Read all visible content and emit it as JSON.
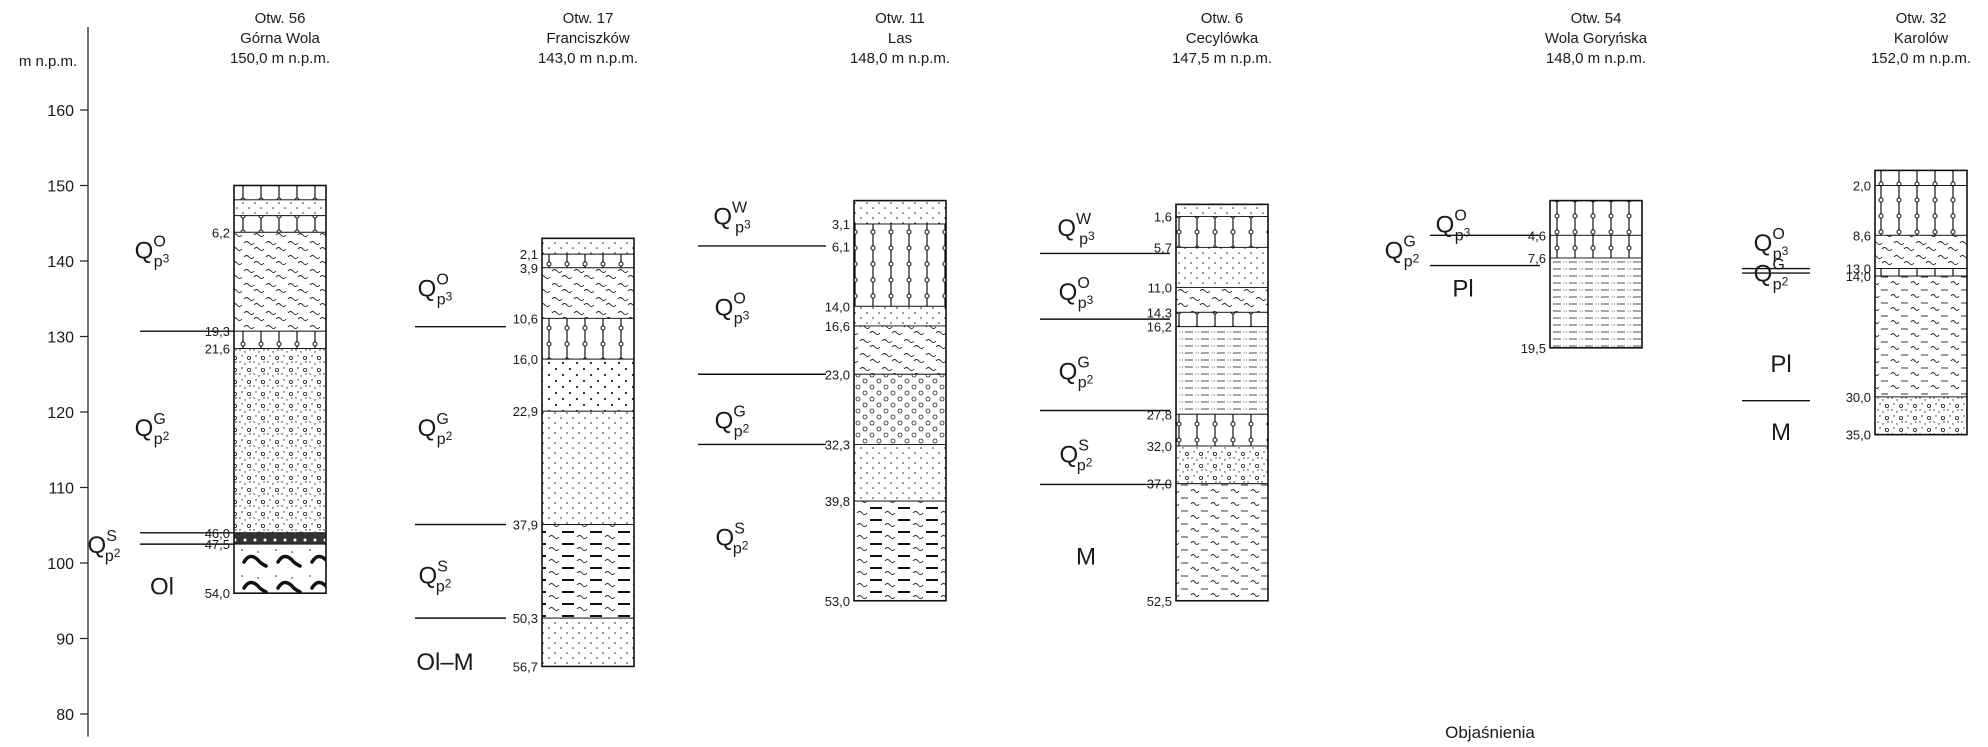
{
  "axis": {
    "label": "m n.p.m.",
    "min": 77,
    "max": 171,
    "ticks": [
      160,
      150,
      140,
      130,
      120,
      110,
      100,
      90,
      80
    ]
  },
  "footer": {
    "legend_title": "Objaśnienia"
  },
  "boreholes": [
    {
      "id": "Otw. 56",
      "place": "Górna Wola",
      "elevation_text": "150,0 m n.p.m.",
      "surface": 150.0,
      "depths": [
        "6,2",
        "19,3",
        "21,6",
        "46,0",
        "47,5",
        "54,0"
      ],
      "layers": [
        {
          "top": 0,
          "bottom": 1.9,
          "pattern": "loess"
        },
        {
          "top": 1.9,
          "bottom": 4.0,
          "pattern": "sand-fine"
        },
        {
          "top": 4.0,
          "bottom": 6.2,
          "pattern": "loess"
        },
        {
          "top": 6.2,
          "bottom": 19.3,
          "pattern": "silt-wave"
        },
        {
          "top": 19.3,
          "bottom": 21.6,
          "pattern": "loess"
        },
        {
          "top": 21.6,
          "bottom": 46.0,
          "pattern": "sand-gravel"
        },
        {
          "top": 46.0,
          "bottom": 47.5,
          "pattern": "till"
        },
        {
          "top": 47.5,
          "bottom": 54.0,
          "pattern": "sand-coal"
        }
      ],
      "units": [
        {
          "kind": "Q",
          "sub": "p",
          "subdigit": "3",
          "sup": "O",
          "at": 141.5,
          "side": "left"
        },
        {
          "kind": "Q",
          "sub": "p",
          "subdigit": "2",
          "sup": "G",
          "at": 118.0,
          "side": "left"
        },
        {
          "kind": "Q",
          "sub": "p",
          "subdigit": "2",
          "sup": "S",
          "at": 102.5,
          "side": "far-left"
        },
        {
          "kind": "text",
          "text": "Ol",
          "at": 97.0,
          "side": "left"
        }
      ],
      "boundaries": [
        {
          "at": 130.7,
          "side": "left"
        },
        {
          "at": 104.0,
          "side": "left"
        },
        {
          "at": 102.5,
          "side": "left"
        }
      ]
    },
    {
      "id": "Otw. 17",
      "place": "Franciszków",
      "elevation_text": "143,0 m n.p.m.",
      "surface": 143.0,
      "depths": [
        "2,1",
        "3,9",
        "10,6",
        "16,0",
        "22,9",
        "37,9",
        "50,3",
        "56,7"
      ],
      "layers": [
        {
          "top": 0,
          "bottom": 2.1,
          "pattern": "sand-fine"
        },
        {
          "top": 2.1,
          "bottom": 3.9,
          "pattern": "loess"
        },
        {
          "top": 3.9,
          "bottom": 10.6,
          "pattern": "silt-wave"
        },
        {
          "top": 10.6,
          "bottom": 16.0,
          "pattern": "loess"
        },
        {
          "top": 16.0,
          "bottom": 22.9,
          "pattern": "sand-medium"
        },
        {
          "top": 22.9,
          "bottom": 37.9,
          "pattern": "sand-fine"
        },
        {
          "top": 37.9,
          "bottom": 50.3,
          "pattern": "clay-dash"
        },
        {
          "top": 50.3,
          "bottom": 56.7,
          "pattern": "sand-fine"
        }
      ],
      "units": [
        {
          "kind": "Q",
          "sub": "p",
          "subdigit": "3",
          "sup": "O",
          "at": 136.5,
          "side": "left"
        },
        {
          "kind": "Q",
          "sub": "p",
          "subdigit": "2",
          "sup": "G",
          "at": 118.0,
          "side": "left"
        },
        {
          "kind": "Q",
          "sub": "p",
          "subdigit": "2",
          "sup": "S",
          "at": 98.5,
          "side": "left"
        },
        {
          "kind": "text",
          "text": "Ol–M",
          "at": 87.0,
          "side": "left"
        }
      ],
      "boundaries": [
        {
          "at": 131.3,
          "side": "left"
        },
        {
          "at": 105.1,
          "side": "left"
        },
        {
          "at": 92.7,
          "side": "left"
        }
      ]
    },
    {
      "id": "Otw. 11",
      "place": "Las",
      "elevation_text": "148,0 m n.p.m.",
      "surface": 148.0,
      "depths": [
        "3,1",
        "6,1",
        "14,0",
        "16,6",
        "23,0",
        "32,3",
        "39,8",
        "53,0"
      ],
      "layers": [
        {
          "top": 0,
          "bottom": 3.1,
          "pattern": "sand-fine"
        },
        {
          "top": 3.1,
          "bottom": 14.0,
          "pattern": "loess"
        },
        {
          "top": 14.0,
          "bottom": 16.6,
          "pattern": "sand-fine"
        },
        {
          "top": 16.6,
          "bottom": 23.0,
          "pattern": "silt-wave"
        },
        {
          "top": 23.0,
          "bottom": 32.3,
          "pattern": "gravel"
        },
        {
          "top": 32.3,
          "bottom": 39.8,
          "pattern": "sand-fine"
        },
        {
          "top": 39.8,
          "bottom": 53.0,
          "pattern": "clay-dash"
        }
      ],
      "units": [
        {
          "kind": "Q",
          "sub": "p",
          "subdigit": "3",
          "sup": "W",
          "at": 146.0,
          "side": "left"
        },
        {
          "kind": "Q",
          "sub": "p",
          "subdigit": "3",
          "sup": "O",
          "at": 134.0,
          "side": "left"
        },
        {
          "kind": "Q",
          "sub": "p",
          "subdigit": "2",
          "sup": "G",
          "at": 119.0,
          "side": "left"
        },
        {
          "kind": "Q",
          "sub": "p",
          "subdigit": "2",
          "sup": "S",
          "at": 103.5,
          "side": "left"
        }
      ],
      "boundaries": [
        {
          "at": 142.0,
          "side": "left"
        },
        {
          "at": 125.0,
          "side": "left"
        },
        {
          "at": 115.7,
          "side": "left"
        }
      ]
    },
    {
      "id": "Otw. 6",
      "place": "Cecylówka",
      "elevation_text": "147,5 m n.p.m.",
      "surface": 147.5,
      "depths": [
        "1,6",
        "5,7",
        "11,0",
        "14,3",
        "16,2",
        "27,8",
        "32,0",
        "37,0",
        "52,5"
      ],
      "layers": [
        {
          "top": 0,
          "bottom": 1.6,
          "pattern": "sand-fine"
        },
        {
          "top": 1.6,
          "bottom": 5.7,
          "pattern": "loess"
        },
        {
          "top": 5.7,
          "bottom": 11.0,
          "pattern": "sand-fine"
        },
        {
          "top": 11.0,
          "bottom": 14.3,
          "pattern": "silt-wave"
        },
        {
          "top": 14.3,
          "bottom": 16.2,
          "pattern": "loess"
        },
        {
          "top": 16.2,
          "bottom": 27.8,
          "pattern": "clay-dot"
        },
        {
          "top": 27.8,
          "bottom": 32.0,
          "pattern": "loess"
        },
        {
          "top": 32.0,
          "bottom": 37.0,
          "pattern": "sand-gravel"
        },
        {
          "top": 37.0,
          "bottom": 52.5,
          "pattern": "clay-wave"
        }
      ],
      "units": [
        {
          "kind": "Q",
          "sub": "p",
          "subdigit": "3",
          "sup": "W",
          "at": 144.5,
          "side": "left"
        },
        {
          "kind": "Q",
          "sub": "p",
          "subdigit": "3",
          "sup": "O",
          "at": 136.0,
          "side": "left"
        },
        {
          "kind": "Q",
          "sub": "p",
          "subdigit": "2",
          "sup": "G",
          "at": 125.5,
          "side": "left"
        },
        {
          "kind": "Q",
          "sub": "p",
          "subdigit": "2",
          "sup": "S",
          "at": 114.5,
          "side": "left"
        },
        {
          "kind": "text",
          "text": "M",
          "at": 101.0,
          "side": "left"
        }
      ],
      "boundaries": [
        {
          "at": 141.0,
          "side": "left"
        },
        {
          "at": 132.3,
          "side": "left"
        },
        {
          "at": 120.2,
          "side": "left"
        },
        {
          "at": 110.4,
          "side": "left"
        }
      ]
    },
    {
      "id": "Otw. 54",
      "place": "Wola Goryńska",
      "elevation_text": "148,0 m n.p.m.",
      "surface": 148.0,
      "depths": [
        "4,6",
        "7,6",
        "19,5"
      ],
      "layers": [
        {
          "top": 0,
          "bottom": 4.6,
          "pattern": "loess"
        },
        {
          "top": 4.6,
          "bottom": 7.6,
          "pattern": "loess"
        },
        {
          "top": 7.6,
          "bottom": 19.5,
          "pattern": "clay-dot"
        }
      ],
      "units": [
        {
          "kind": "Q",
          "sub": "p",
          "subdigit": "3",
          "sup": "O",
          "at": 145.0,
          "side": "left"
        },
        {
          "kind": "Q",
          "sub": "p",
          "subdigit": "2",
          "sup": "G",
          "at": 141.5,
          "side": "far-left"
        },
        {
          "kind": "text",
          "text": "Pl",
          "at": 136.5,
          "side": "left"
        }
      ],
      "boundaries": [
        {
          "at": 143.4,
          "side": "left"
        },
        {
          "at": 139.4,
          "side": "left"
        }
      ]
    },
    {
      "id": "Otw. 32",
      "place": "Karolów",
      "elevation_text": "152,0 m n.p.m.",
      "surface": 152.0,
      "depths": [
        "2,0",
        "8,6",
        "13,0",
        "14,0",
        "30,0",
        "35,0"
      ],
      "layers": [
        {
          "top": 0,
          "bottom": 2.0,
          "pattern": "loess"
        },
        {
          "top": 2.0,
          "bottom": 8.6,
          "pattern": "loess"
        },
        {
          "top": 8.6,
          "bottom": 13.0,
          "pattern": "silt-wave"
        },
        {
          "top": 13.0,
          "bottom": 14.0,
          "pattern": "loess"
        },
        {
          "top": 14.0,
          "bottom": 30.0,
          "pattern": "clay-wave"
        },
        {
          "top": 30.0,
          "bottom": 35.0,
          "pattern": "sand-gravel"
        }
      ],
      "units": [
        {
          "kind": "Q",
          "sub": "p",
          "subdigit": "3",
          "sup": "O",
          "at": 142.5,
          "side": "left"
        },
        {
          "kind": "Q",
          "sub": "p",
          "subdigit": "2",
          "sup": "G",
          "at": 138.5,
          "side": "left"
        },
        {
          "kind": "text",
          "text": "Pl",
          "at": 126.5,
          "side": "left"
        },
        {
          "kind": "text",
          "text": "M",
          "at": 117.5,
          "side": "left"
        }
      ],
      "boundaries": [
        {
          "at": 139.0,
          "side": "left"
        },
        {
          "at": 138.4,
          "side": "left"
        },
        {
          "at": 121.5,
          "side": "left"
        }
      ]
    }
  ]
}
